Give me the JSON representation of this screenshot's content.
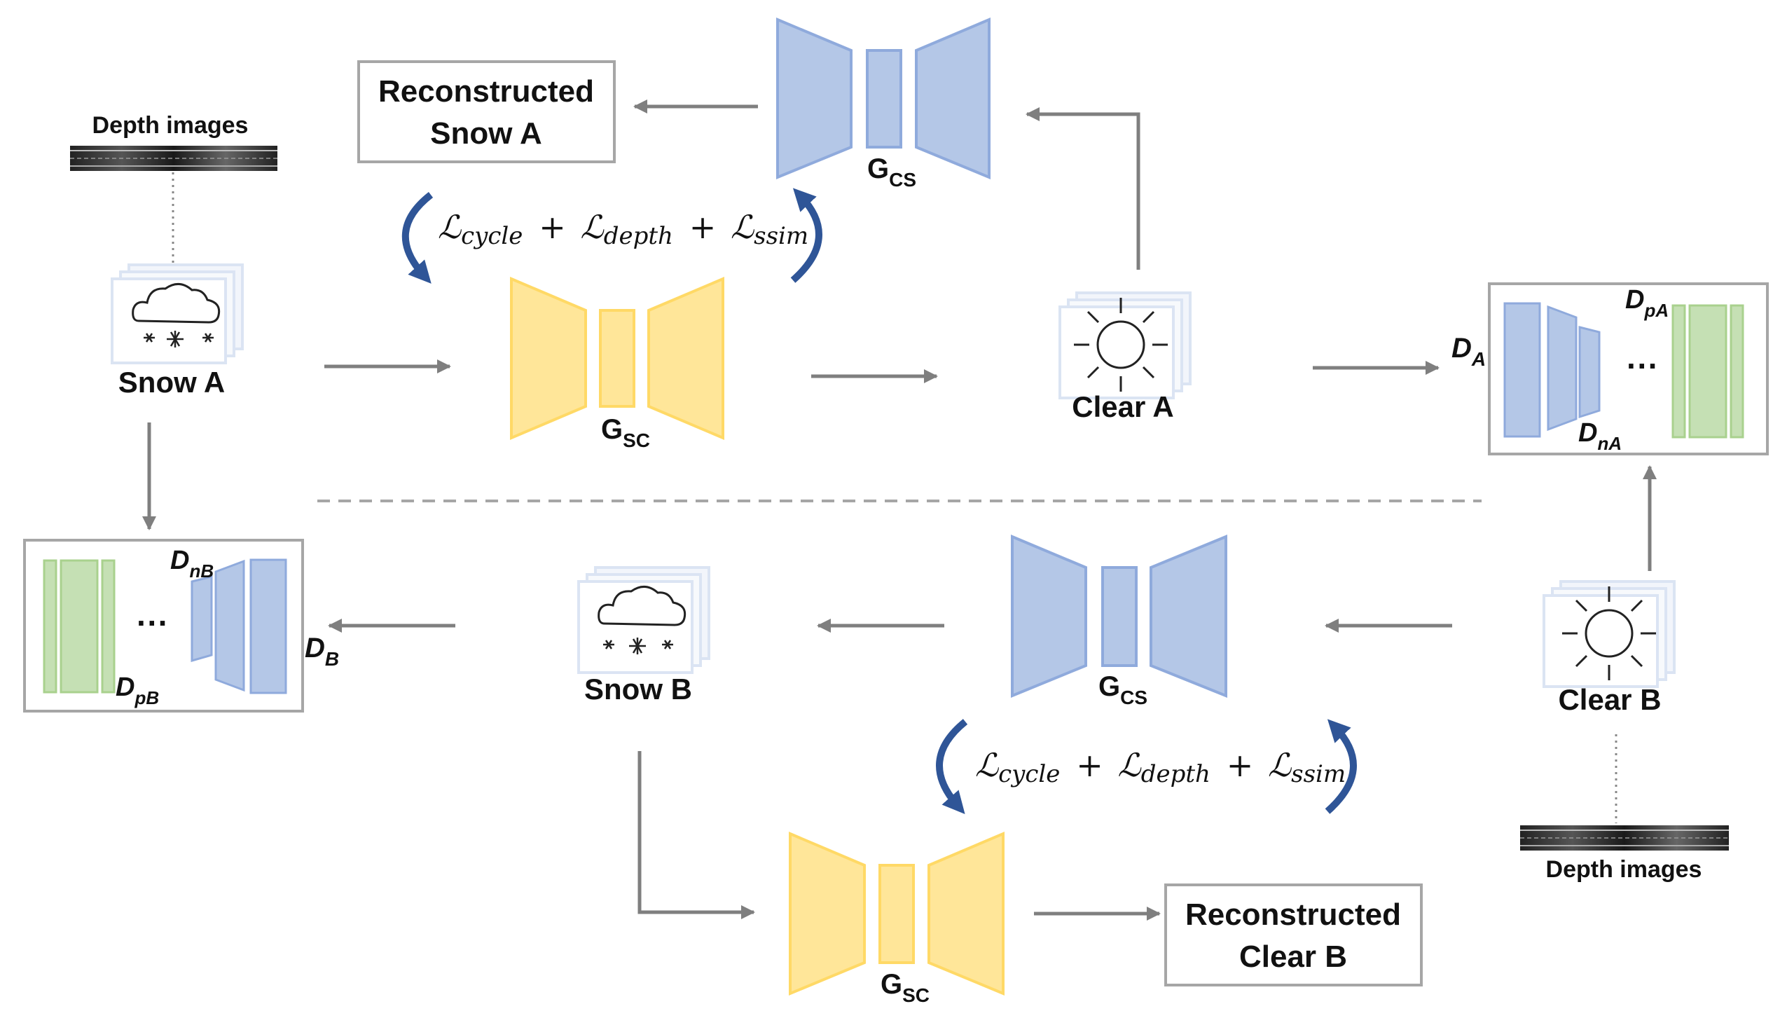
{
  "colors": {
    "blue_fill": "#b4c7e7",
    "blue_stroke": "#8faadc",
    "yellow_fill": "#ffe699",
    "yellow_stroke": "#ffd966",
    "green_fill": "#c5e0b4",
    "green_stroke": "#a9d18e",
    "arrow": "#7f7f7f",
    "curved_arrow": "#2f5597",
    "box_border": "#a6a6a6"
  },
  "top": {
    "depth_label": "Depth images",
    "snow_label": "Snow A",
    "clear_label": "Clear A",
    "reconstructed_line1": "Reconstructed",
    "reconstructed_line2": "Snow A",
    "gen_cs": {
      "main": "G",
      "sub": "CS"
    },
    "gen_sc": {
      "main": "G",
      "sub": "SC"
    },
    "loss": {
      "cycle": "cycle",
      "depth": "depth",
      "ssim": "ssim",
      "script": "ℒ",
      "plus": "+"
    },
    "disc": {
      "d_main": "D",
      "d_sub": "A",
      "dp_main": "D",
      "dp_sub": "pA",
      "dn_main": "D",
      "dn_sub": "nA",
      "dots": "···"
    }
  },
  "bottom": {
    "depth_label": "Depth images",
    "snow_label": "Snow B",
    "clear_label": "Clear B",
    "reconstructed_line1": "Reconstructed",
    "reconstructed_line2": "Clear B",
    "gen_cs": {
      "main": "G",
      "sub": "CS"
    },
    "gen_sc": {
      "main": "G",
      "sub": "SC"
    },
    "loss": {
      "cycle": "cycle",
      "depth": "depth",
      "ssim": "ssim",
      "script": "ℒ",
      "plus": "+"
    },
    "disc": {
      "d_main": "D",
      "d_sub": "B",
      "dp_main": "D",
      "dp_sub": "pB",
      "dn_main": "D",
      "dn_sub": "nB",
      "dots": "···"
    }
  },
  "icons": {
    "snow": "snow-cloud-icon",
    "clear": "sun-icon",
    "depth": "depth-strip-image"
  }
}
